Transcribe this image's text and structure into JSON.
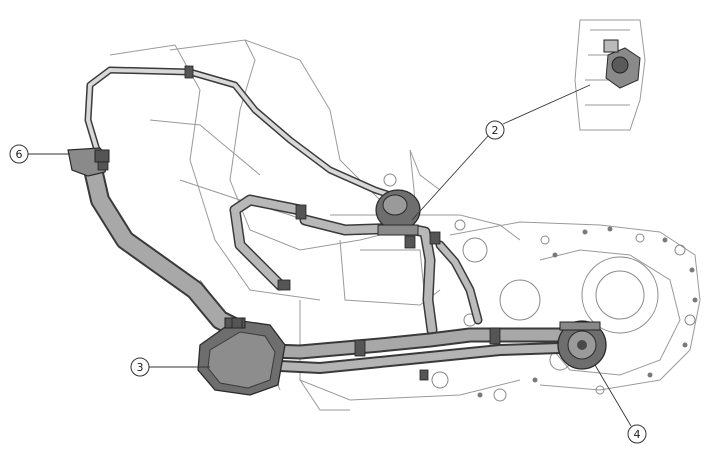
{
  "callouts": [
    {
      "id": "callout-2",
      "label": "2"
    },
    {
      "id": "callout-3",
      "label": "3"
    },
    {
      "id": "callout-4",
      "label": "4"
    },
    {
      "id": "callout-6",
      "label": "6"
    }
  ],
  "colors": {
    "line": "#3a3a3a",
    "frame": "#9a9a9a",
    "hose_fill": "#a8a8a8",
    "dark_part": "#6e6e6e",
    "background": "#ffffff"
  }
}
